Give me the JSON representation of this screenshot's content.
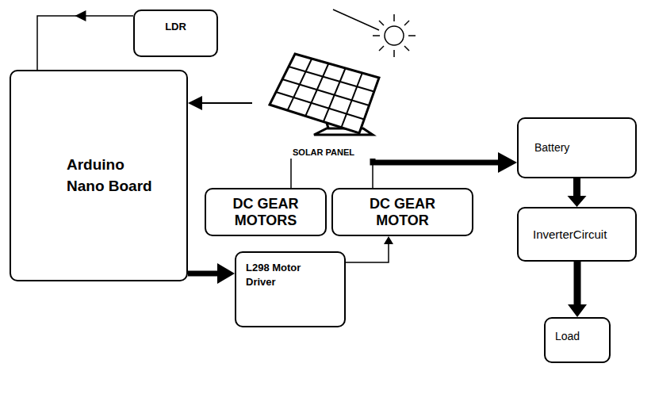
{
  "diagram": {
    "nodes": [
      {
        "text": [
          "LDR"
        ]
      },
      {
        "text": [
          "Arduino Nano Board"
        ]
      },
      {
        "text": [
          "SOLAR PANEL"
        ]
      },
      {
        "text": [
          "DC GEAR MOTORS"
        ]
      },
      {
        "text": [
          "DC GEAR MOTOR"
        ]
      },
      {
        "text": [
          "Battery"
        ]
      },
      {
        "text": [
          "InverterCircuit"
        ]
      },
      {
        "text": [
          "L298 Motor Driver"
        ]
      },
      {
        "text": [
          "Load"
        ]
      }
    ],
    "edges": [
      {
        "from": 0,
        "to": 1,
        "arrow": "to"
      },
      {
        "from": 2,
        "to": 1,
        "arrow": "to"
      },
      {
        "from": 2,
        "to": 3,
        "arrow": "none"
      },
      {
        "from": 2,
        "to": 4,
        "arrow": "none"
      },
      {
        "from": 2,
        "to": 5,
        "arrow": "to"
      },
      {
        "from": 1,
        "to": 7,
        "arrow": "to"
      },
      {
        "from": 7,
        "to": 4,
        "arrow": "to"
      },
      {
        "from": 5,
        "to": 6,
        "arrow": "to"
      },
      {
        "from": 6,
        "to": 8,
        "arrow": "to"
      }
    ]
  }
}
